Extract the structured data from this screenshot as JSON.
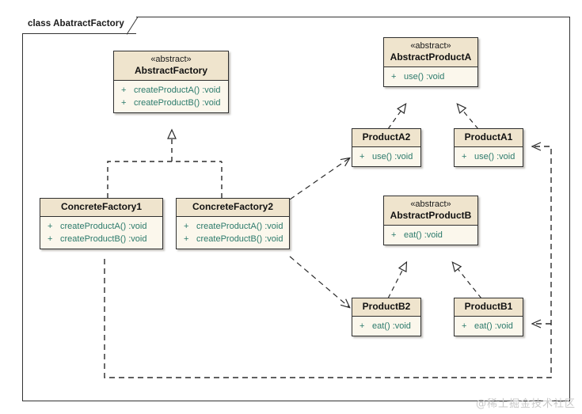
{
  "frame": {
    "title": "class AbatractFactory"
  },
  "watermark": "@稀土掘金技术社区",
  "colors": {
    "head_fill": "#efe4cd",
    "body_fill": "#fbf7ec",
    "border": "#2f2f2f",
    "member_text": "#2b7a6b",
    "frame_border": "#333333",
    "link": "#2b2b2b"
  },
  "classes": [
    {
      "id": "abstract-factory",
      "stereotype": "«abstract»",
      "name": "AbstractFactory",
      "members": [
        {
          "visibility": "+",
          "name": "createProductA()",
          "type": ":void"
        },
        {
          "visibility": "+",
          "name": "createProductB()",
          "type": ":void"
        }
      ]
    },
    {
      "id": "abstract-product-a",
      "stereotype": "«abstract»",
      "name": "AbstractProductA",
      "members": [
        {
          "visibility": "+",
          "name": "use()",
          "type": ":void"
        }
      ]
    },
    {
      "id": "product-a2",
      "stereotype": "",
      "name": "ProductA2",
      "members": [
        {
          "visibility": "+",
          "name": "use()",
          "type": ":void"
        }
      ]
    },
    {
      "id": "product-a1",
      "stereotype": "",
      "name": "ProductA1",
      "members": [
        {
          "visibility": "+",
          "name": "use()",
          "type": ":void"
        }
      ]
    },
    {
      "id": "concrete-factory1",
      "stereotype": "",
      "name": "ConcreteFactory1",
      "members": [
        {
          "visibility": "+",
          "name": "createProductA()",
          "type": ":void"
        },
        {
          "visibility": "+",
          "name": "createProductB()",
          "type": ":void"
        }
      ]
    },
    {
      "id": "concrete-factory2",
      "stereotype": "",
      "name": "ConcreteFactory2",
      "members": [
        {
          "visibility": "+",
          "name": "createProductA()",
          "type": ":void"
        },
        {
          "visibility": "+",
          "name": "createProductB()",
          "type": ":void"
        }
      ]
    },
    {
      "id": "abstract-product-b",
      "stereotype": "«abstract»",
      "name": "AbstractProductB",
      "members": [
        {
          "visibility": "+",
          "name": "eat()",
          "type": ":void"
        }
      ]
    },
    {
      "id": "product-b2",
      "stereotype": "",
      "name": "ProductB2",
      "members": [
        {
          "visibility": "+",
          "name": "eat()",
          "type": ":void"
        }
      ]
    },
    {
      "id": "product-b1",
      "stereotype": "",
      "name": "ProductB1",
      "members": [
        {
          "visibility": "+",
          "name": "eat()",
          "type": ":void"
        }
      ]
    }
  ],
  "relationships": [
    {
      "from": "ConcreteFactory1",
      "to": "AbstractFactory",
      "kind": "realization"
    },
    {
      "from": "ConcreteFactory2",
      "to": "AbstractFactory",
      "kind": "realization"
    },
    {
      "from": "ProductA2",
      "to": "AbstractProductA",
      "kind": "realization"
    },
    {
      "from": "ProductA1",
      "to": "AbstractProductA",
      "kind": "realization"
    },
    {
      "from": "ProductB2",
      "to": "AbstractProductB",
      "kind": "realization"
    },
    {
      "from": "ProductB1",
      "to": "AbstractProductB",
      "kind": "realization"
    },
    {
      "from": "ConcreteFactory2",
      "to": "ProductA2",
      "kind": "dependency"
    },
    {
      "from": "ConcreteFactory2",
      "to": "ProductB2",
      "kind": "dependency"
    },
    {
      "from": "ConcreteFactory1",
      "to": "ProductA1",
      "kind": "dependency"
    },
    {
      "from": "ConcreteFactory1",
      "to": "ProductB1",
      "kind": "dependency"
    }
  ]
}
